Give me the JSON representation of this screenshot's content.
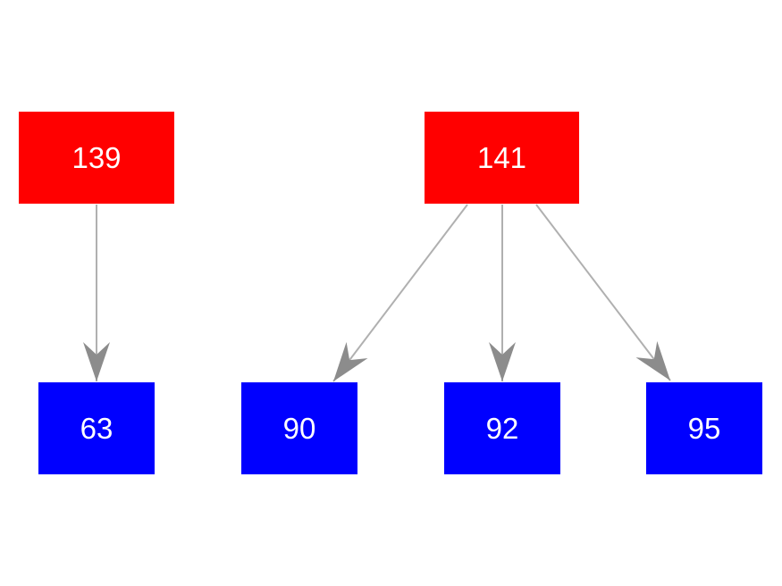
{
  "diagram": {
    "type": "tree",
    "background_color": "#ffffff",
    "node_text_color": "#ffffff",
    "edge_line_color": "#b0b0b0",
    "arrowhead_color": "#8c8c8c",
    "arrowhead_style": "vee",
    "parent_node_color": "#ff0000",
    "child_node_color": "#0000ff",
    "nodes": [
      {
        "id": "139",
        "label": "139",
        "role": "parent",
        "fill": "#ff0000"
      },
      {
        "id": "141",
        "label": "141",
        "role": "parent",
        "fill": "#ff0000"
      },
      {
        "id": "63",
        "label": "63",
        "role": "child",
        "fill": "#0000ff"
      },
      {
        "id": "90",
        "label": "90",
        "role": "child",
        "fill": "#0000ff"
      },
      {
        "id": "92",
        "label": "92",
        "role": "child",
        "fill": "#0000ff"
      },
      {
        "id": "95",
        "label": "95",
        "role": "child",
        "fill": "#0000ff"
      }
    ],
    "edges": [
      {
        "from": "139",
        "to": "63"
      },
      {
        "from": "141",
        "to": "90"
      },
      {
        "from": "141",
        "to": "92"
      },
      {
        "from": "141",
        "to": "95"
      }
    ]
  }
}
